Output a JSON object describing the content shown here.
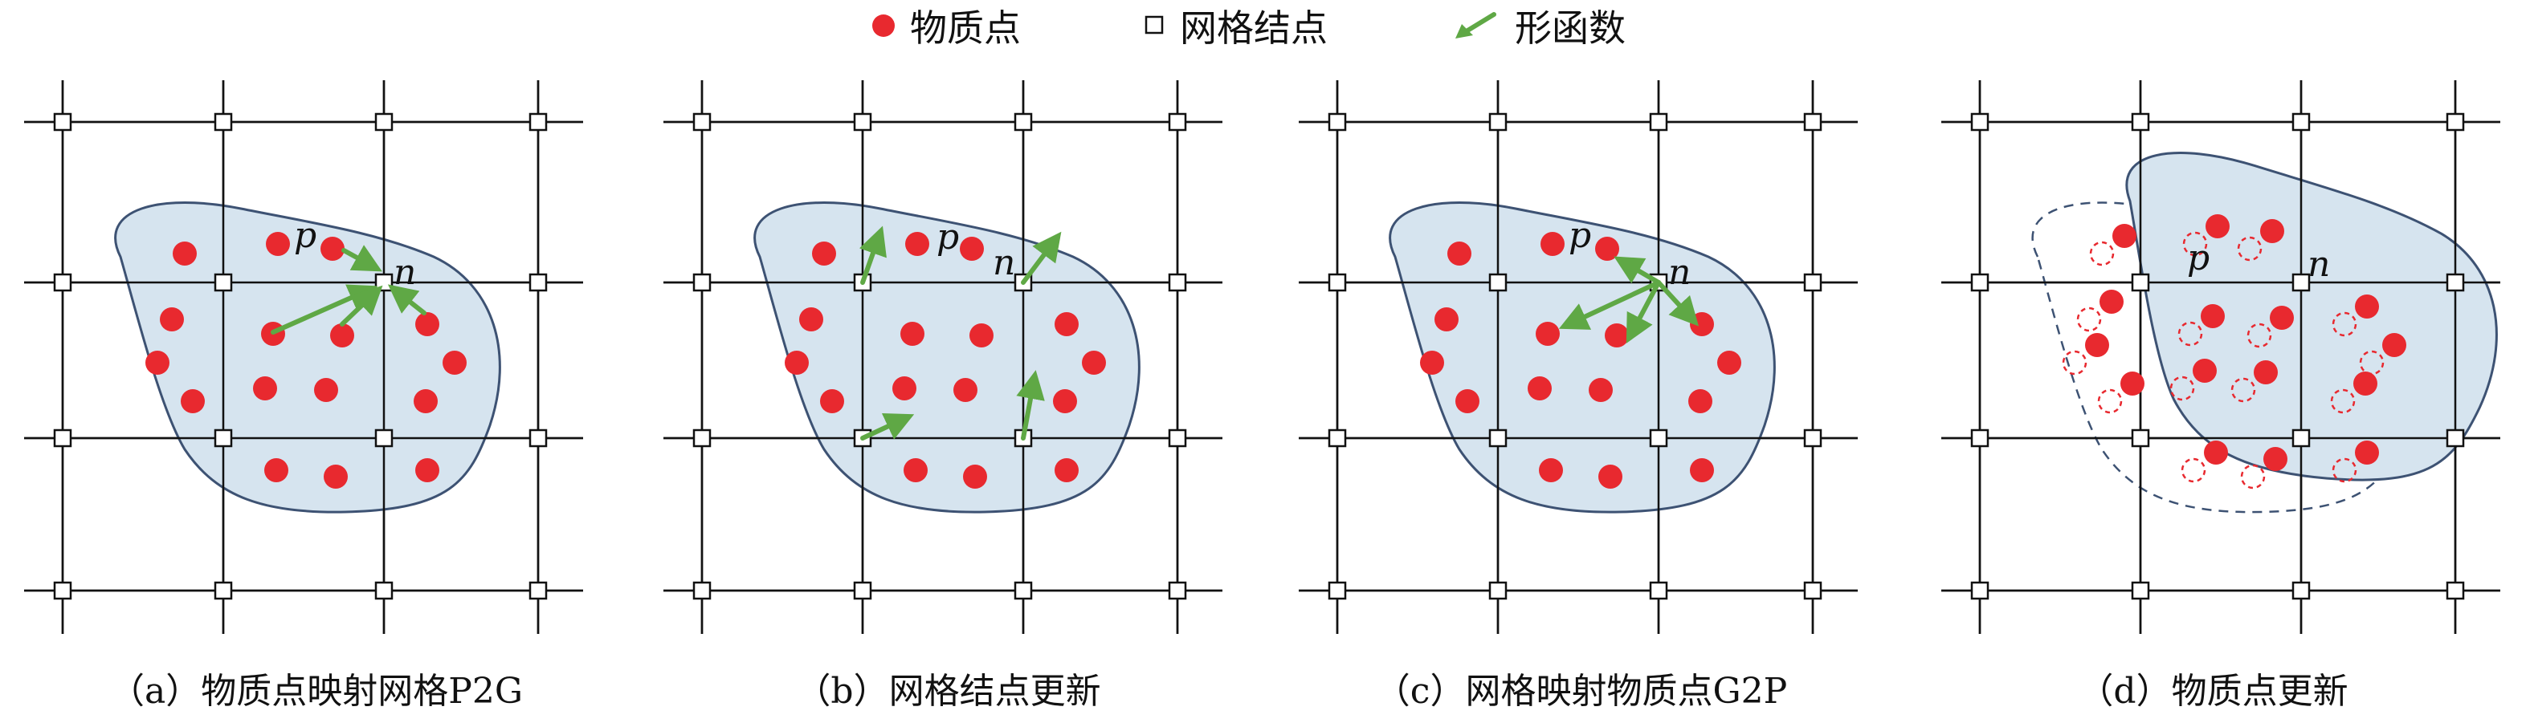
{
  "legend": {
    "material_point": "物质点",
    "grid_node": "网格结点",
    "shape_function": "形函数"
  },
  "colors": {
    "particle": "#e8292f",
    "body_fill": "#d6e4ef",
    "body_stroke": "#3d5273",
    "arrow": "#5fa845",
    "grid": "#111111"
  },
  "panels": [
    {
      "id": "a",
      "caption": "（a）物质点映射网格P2G",
      "p_label": "p",
      "n_label": "n"
    },
    {
      "id": "b",
      "caption": "（b）网格结点更新",
      "p_label": "p",
      "n_label": "n"
    },
    {
      "id": "c",
      "caption": "（c）网格映射物质点G2P",
      "p_label": "p",
      "n_label": "n"
    },
    {
      "id": "d",
      "caption": "（d）物质点更新",
      "p_label": "p",
      "n_label": "n"
    }
  ]
}
